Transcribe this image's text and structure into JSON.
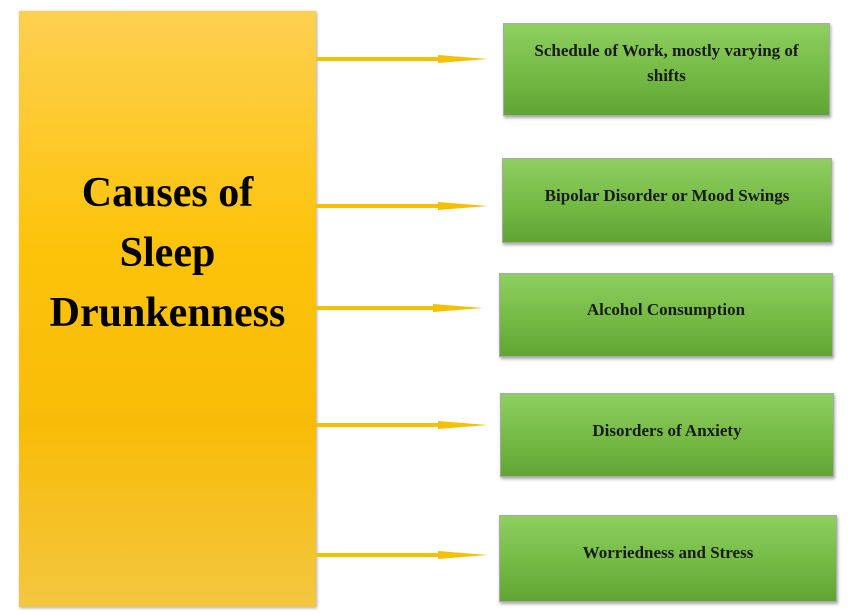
{
  "main": {
    "title_lines": [
      "Causes of",
      "Sleep",
      "Drunkenness"
    ]
  },
  "causes": [
    {
      "label": "Schedule of Work, mostly varying of shifts"
    },
    {
      "label": "Bipolar Disorder or Mood Swings"
    },
    {
      "label": "Alcohol Consumption"
    },
    {
      "label": "Disorders of Anxiety"
    },
    {
      "label": "Worriedness and Stress"
    }
  ],
  "colors": {
    "main_box": "#fdc30a",
    "arrow": "#f5c000",
    "cause_box": "#74ba44",
    "text": "#000000"
  }
}
